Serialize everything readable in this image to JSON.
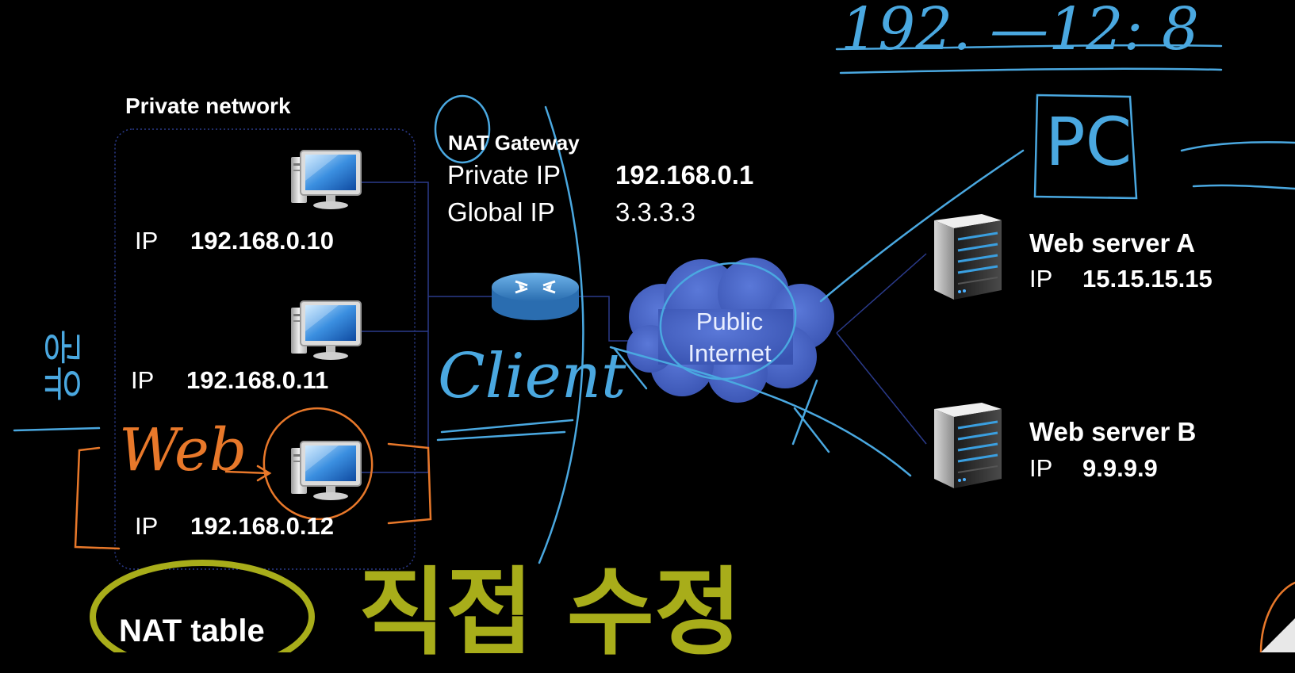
{
  "private_network": {
    "title": "Private network",
    "hosts": [
      {
        "ip_label": "IP",
        "ip": "192.168.0.10"
      },
      {
        "ip_label": "IP",
        "ip": "192.168.0.11"
      },
      {
        "ip_label": "IP",
        "ip": "192.168.0.12"
      }
    ]
  },
  "nat_gateway": {
    "title": "NAT Gateway",
    "private_ip_label": "Private IP",
    "private_ip": "192.168.0.1",
    "global_ip_label": "Global IP",
    "global_ip": "3.3.3.3"
  },
  "cloud": {
    "line1": "Public",
    "line2": "Internet"
  },
  "servers": [
    {
      "name": "Web server A",
      "ip_label": "IP",
      "ip": "15.15.15.15"
    },
    {
      "name": "Web server B",
      "ip_label": "IP",
      "ip": "9.9.9.9"
    }
  ],
  "nat_table": {
    "label": "NAT table"
  },
  "annotations": {
    "client": "Client",
    "web": "Web",
    "pc": "PC",
    "korean_left": "공유",
    "korean_bottom": "직접 수정",
    "top_scribble": "192. —12: 8"
  },
  "colors": {
    "background": "#000000",
    "text": "#ffffff",
    "pen_blue": "#4aa8e0",
    "pen_orange": "#e8782a",
    "pen_olive": "#a8ad1a",
    "cloud": "#4a66c6",
    "router": "#3d87c4",
    "link": "#2a3a8a"
  }
}
